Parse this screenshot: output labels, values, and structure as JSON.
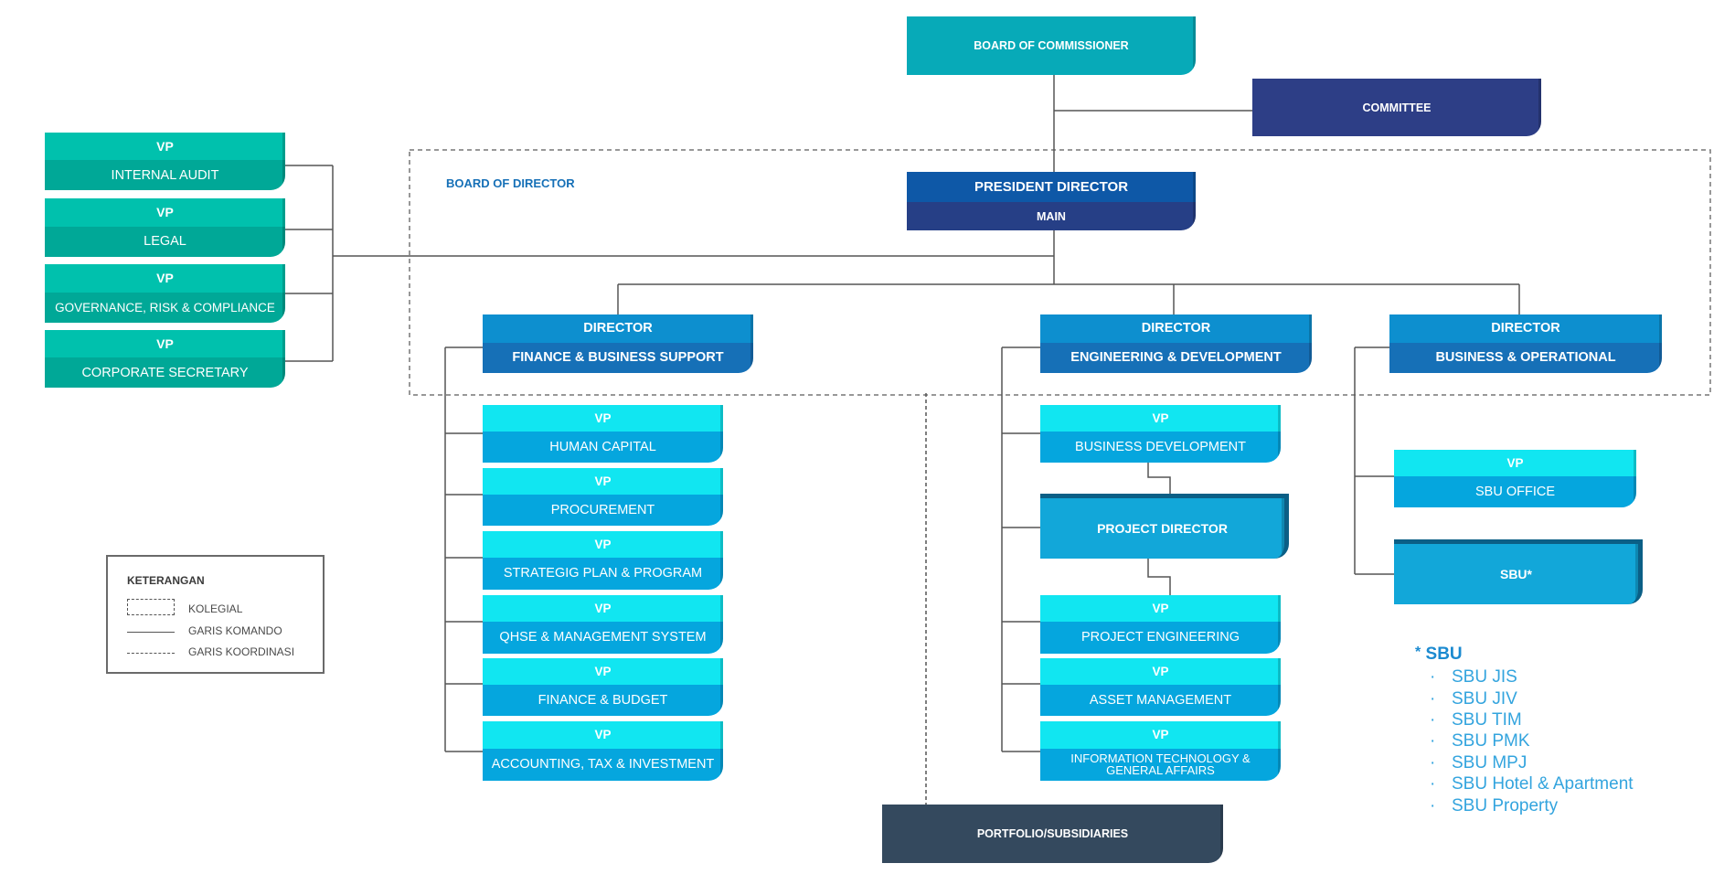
{
  "colors": {
    "teal_top": "#00c1ad",
    "teal_bottom": "#00a897",
    "director_top": "#0d8fcf",
    "director_bottom": "#1670b7",
    "vp_top": "#11e6f1",
    "vp_bottom": "#05a6de",
    "commissioner": "#07aab8",
    "committee": "#2d3e86",
    "president_top": "#0e58a7",
    "president_bottom": "#263f86",
    "portfolio": "#34495e",
    "line": "#555555"
  },
  "board_of_commissioner": "BOARD OF COMMISSIONER",
  "committee": "COMMITTEE",
  "board_of_director_label": "BOARD OF DIRECTOR",
  "president_director": {
    "title": "PRESIDENT DIRECTOR",
    "subtitle": "MAIN"
  },
  "left_vps": [
    {
      "title": "VP",
      "name": "INTERNAL AUDIT"
    },
    {
      "title": "VP",
      "name": "LEGAL"
    },
    {
      "title": "VP",
      "name": "GOVERNANCE, RISK & COMPLIANCE"
    },
    {
      "title": "VP",
      "name": "CORPORATE SECRETARY"
    }
  ],
  "directors": [
    {
      "title": "DIRECTOR",
      "name": "FINANCE & BUSINESS SUPPORT"
    },
    {
      "title": "DIRECTOR",
      "name": "ENGINEERING & DEVELOPMENT"
    },
    {
      "title": "DIRECTOR",
      "name": "BUSINESS & OPERATIONAL"
    }
  ],
  "finance_vps": [
    {
      "title": "VP",
      "name": "HUMAN CAPITAL"
    },
    {
      "title": "VP",
      "name": "PROCUREMENT"
    },
    {
      "title": "VP",
      "name": "STRATEGIG PLAN & PROGRAM"
    },
    {
      "title": "VP",
      "name": "QHSE & MANAGEMENT SYSTEM"
    },
    {
      "title": "VP",
      "name": "FINANCE & BUDGET"
    },
    {
      "title": "VP",
      "name": "ACCOUNTING, TAX & INVESTMENT"
    }
  ],
  "engineering_units": {
    "business_development": {
      "title": "VP",
      "name": "BUSINESS DEVELOPMENT"
    },
    "project_director": "PROJECT DIRECTOR",
    "project_engineering": {
      "title": "VP",
      "name": "PROJECT ENGINEERING"
    },
    "asset_management": {
      "title": "VP",
      "name": "ASSET MANAGEMENT"
    },
    "it_ga": {
      "title": "VP",
      "name_line1": "INFORMATION TECHNOLOGY &",
      "name_line2": "GENERAL AFFAIRS"
    }
  },
  "operational_units": {
    "sbu_office": {
      "title": "VP",
      "name": "SBU OFFICE"
    },
    "sbu": "SBU*"
  },
  "portfolio": "PORTFOLIO/SUBSIDIARIES",
  "legend": {
    "title": "KETERANGAN",
    "items": [
      "KOLEGIAL",
      "GARIS KOMANDO",
      "GARIS KOORDINASI"
    ]
  },
  "sbu_list": {
    "marker": "*",
    "title": "SBU",
    "bullet": "·",
    "items": [
      "SBU JIS",
      "SBU JIV",
      "SBU TIM",
      "SBU PMK",
      "SBU MPJ",
      "SBU Hotel & Apartment",
      "SBU Property"
    ]
  }
}
